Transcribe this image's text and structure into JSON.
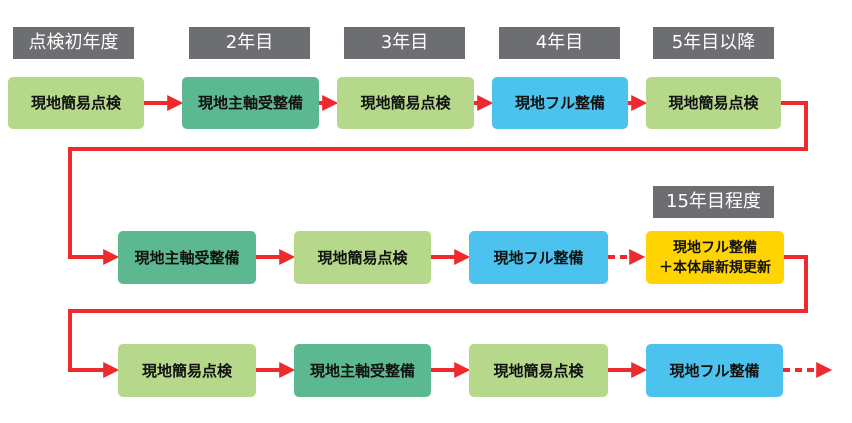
{
  "colors": {
    "header_bg": "#6d6e71",
    "simple_inspection": "#b5d88a",
    "spindle_maintenance": "#5cb890",
    "full_maintenance": "#4cc3ee",
    "major_renewal": "#ffd400",
    "arrow": "#ee2a2e"
  },
  "headers": [
    "点検初年度",
    "2年目",
    "3年目",
    "4年目",
    "5年目以降",
    "15年目程度"
  ],
  "rows": [
    [
      "現地簡易点検",
      "現地主軸受整備",
      "現地簡易点検",
      "現地フル整備",
      "現地簡易点検"
    ],
    [
      "現地主軸受整備",
      "現地簡易点検",
      "現地フル整備"
    ],
    [
      "現地簡易点検",
      "現地主軸受整備",
      "現地簡易点検",
      "現地フル整備"
    ]
  ],
  "major": {
    "line1": "現地フル整備",
    "line2": "＋本体扉新規更新"
  }
}
